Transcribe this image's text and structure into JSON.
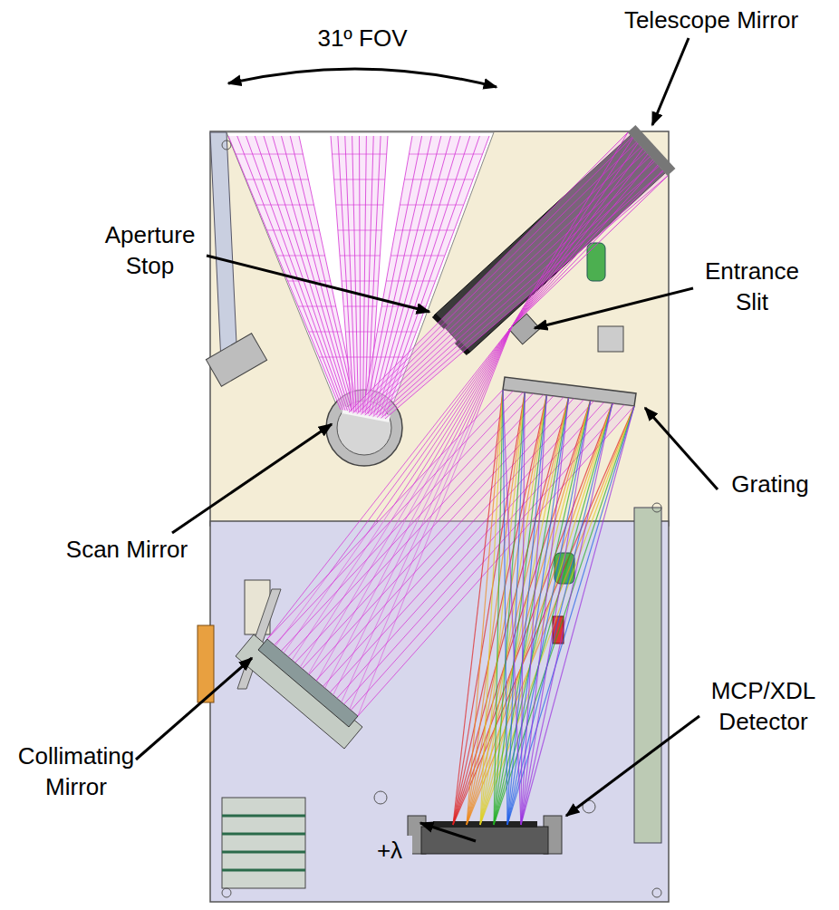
{
  "diagram": {
    "labels": [
      "31º FOV",
      "Telescope Mirror",
      "Aperture Stop",
      "Entrance Slit",
      "Grating",
      "Scan Mirror",
      "MCP/XDL Detector",
      "Collimating Mirror",
      "+λ"
    ]
  }
}
